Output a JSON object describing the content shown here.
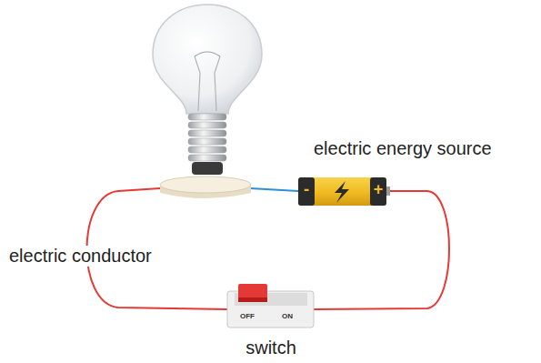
{
  "diagram": {
    "labels": [
      "electric energy source",
      "electric conductor",
      "switch",
      "OFF",
      "ON",
      "-",
      "+"
    ]
  }
}
